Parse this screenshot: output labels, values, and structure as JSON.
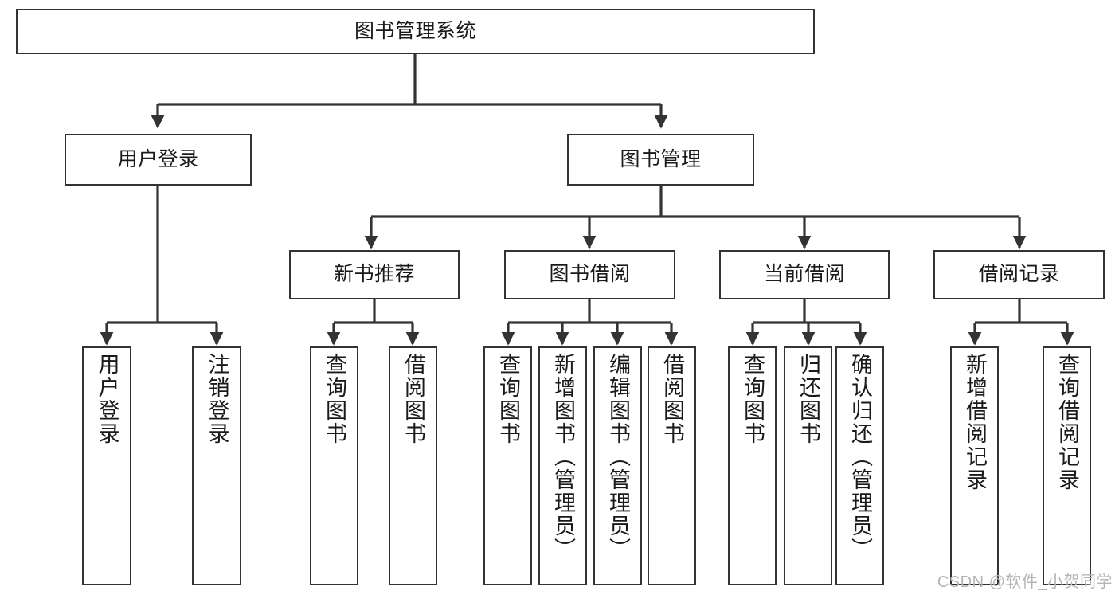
{
  "diagram": {
    "title": "图书管理系统",
    "watermark": "CSDN @软件_小贺同学",
    "colors": {
      "box_border": "#333333",
      "box_fill": "#ffffff",
      "connector": "#333333",
      "text": "#1a1a1a",
      "watermark": "#b5b5b5",
      "background": "#ffffff"
    },
    "levels": {
      "root": [
        "图书管理系统"
      ],
      "level2": [
        "用户登录",
        "图书管理"
      ],
      "level3": [
        "新书推荐",
        "图书借阅",
        "当前借阅",
        "借阅记录"
      ],
      "leaves": [
        "用户登录",
        "注销登录",
        "查询图书",
        "借阅图书",
        "查询图书",
        "新增图书（管理员）",
        "编辑图书（管理员）",
        "借阅图书",
        "查询图书",
        "归还图书",
        "确认归还（管理员）",
        "新增借阅记录",
        "查询借阅记录"
      ]
    },
    "nodes": {
      "root": {
        "label": "图书管理系统"
      },
      "user_login": {
        "label": "用户登录"
      },
      "book_manage": {
        "label": "图书管理"
      },
      "new_book_rec": {
        "label": "新书推荐"
      },
      "book_borrow": {
        "label": "图书借阅"
      },
      "current_borrow": {
        "label": "当前借阅"
      },
      "borrow_record": {
        "label": "借阅记录"
      },
      "leaf_user_login": {
        "label": "用户登录"
      },
      "leaf_logout": {
        "label": "注销登录"
      },
      "leaf_query_book_1": {
        "label": "查询图书"
      },
      "leaf_borrow_book_1": {
        "label": "借阅图书"
      },
      "leaf_query_book_2": {
        "label": "查询图书"
      },
      "leaf_add_book": {
        "label": "新增图书（管理员）"
      },
      "leaf_edit_book": {
        "label": "编辑图书（管理员）"
      },
      "leaf_borrow_book_2": {
        "label": "借阅图书"
      },
      "leaf_query_book_3": {
        "label": "查询图书"
      },
      "leaf_return_book": {
        "label": "归还图书"
      },
      "leaf_confirm_return": {
        "label": "确认归还（管理员）"
      },
      "leaf_add_record": {
        "label": "新增借阅记录"
      },
      "leaf_query_record": {
        "label": "查询借阅记录"
      }
    }
  }
}
